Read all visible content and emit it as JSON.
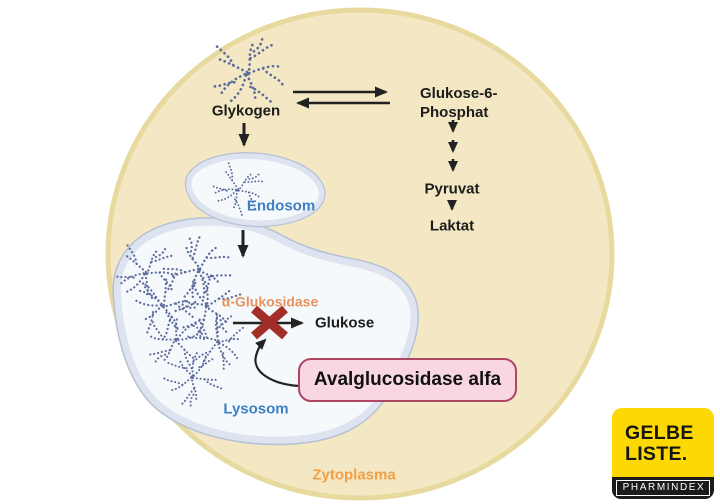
{
  "colors": {
    "cell_fill": "#f3e8c3",
    "cell_stroke": "#e8d99f",
    "organelle_fill": "#f5f9fc",
    "membrane_band": "#dde4f0",
    "membrane_edge": "#b7c1d5",
    "glycogen": "#5c6b9b",
    "label_dark": "#1c1c1c",
    "label_blue": "#3e80c3",
    "label_orange": "#e8935f",
    "label_zyto": "#efa04a",
    "arrow": "#222222",
    "block_x": "#a22f27",
    "box_fill": "#f8d7e3",
    "box_border": "#ad4763",
    "logo_yellow": "#fdd803",
    "logo_black": "#1b1b1b"
  },
  "diagram": {
    "labels": {
      "glykogen": "Glykogen",
      "glukose_6_phosphat": "Glukose-6-\nPhosphat",
      "pyruvat": "Pyruvat",
      "laktat": "Laktat",
      "endosom": "Endosom",
      "lysosom": "Lysosom",
      "alpha_glukosidase": "α-Glukosidase",
      "glukose": "Glukose",
      "zytoplasma": "Zytoplasma"
    },
    "drug_box": {
      "label": "Avalglucosidase alfa"
    },
    "symbols": {
      "blocked_reaction": "✖"
    }
  },
  "logo": {
    "line1": "GELBE",
    "line2": "LISTE.",
    "tagline": "PHARMINDEX"
  }
}
